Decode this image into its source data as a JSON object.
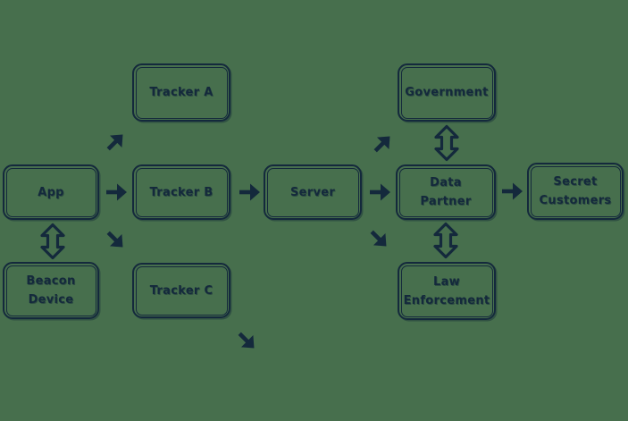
{
  "colors": {
    "background": "#476F4D",
    "ink": "#14293C"
  },
  "nodes": {
    "app": {
      "label": "App"
    },
    "beacon_device": {
      "label": "Beacon Device"
    },
    "tracker_a": {
      "label": "Tracker A"
    },
    "tracker_b": {
      "label": "Tracker B"
    },
    "tracker_c": {
      "label": "Tracker C"
    },
    "server": {
      "label": "Server"
    },
    "government": {
      "label": "Government"
    },
    "data_partner": {
      "label": "Data Partner"
    },
    "law_enforcement": {
      "label": "Law Enforcement"
    },
    "secret_customers": {
      "label": "Secret Customers"
    }
  },
  "edges": [
    {
      "from": "App",
      "to": "Beacon Device",
      "direction": "bidirectional"
    },
    {
      "from": "App",
      "to": "Tracker A",
      "direction": "up-right"
    },
    {
      "from": "App",
      "to": "Tracker B",
      "direction": "right"
    },
    {
      "from": "App",
      "to": "Tracker C",
      "direction": "down-right"
    },
    {
      "from": "Tracker B",
      "to": "Server",
      "direction": "right"
    },
    {
      "from": "Server",
      "to": "Government",
      "direction": "up-right"
    },
    {
      "from": "Server",
      "to": "Data Partner",
      "direction": "right"
    },
    {
      "from": "Server",
      "to": "Law Enforcement",
      "direction": "down-right"
    },
    {
      "from": "Government",
      "to": "Data Partner",
      "direction": "bidirectional"
    },
    {
      "from": "Data Partner",
      "to": "Law Enforcement",
      "direction": "bidirectional"
    },
    {
      "from": "Data Partner",
      "to": "Secret Customers",
      "direction": "right"
    },
    {
      "from": "Tracker C",
      "to": "",
      "direction": "down-right"
    }
  ]
}
